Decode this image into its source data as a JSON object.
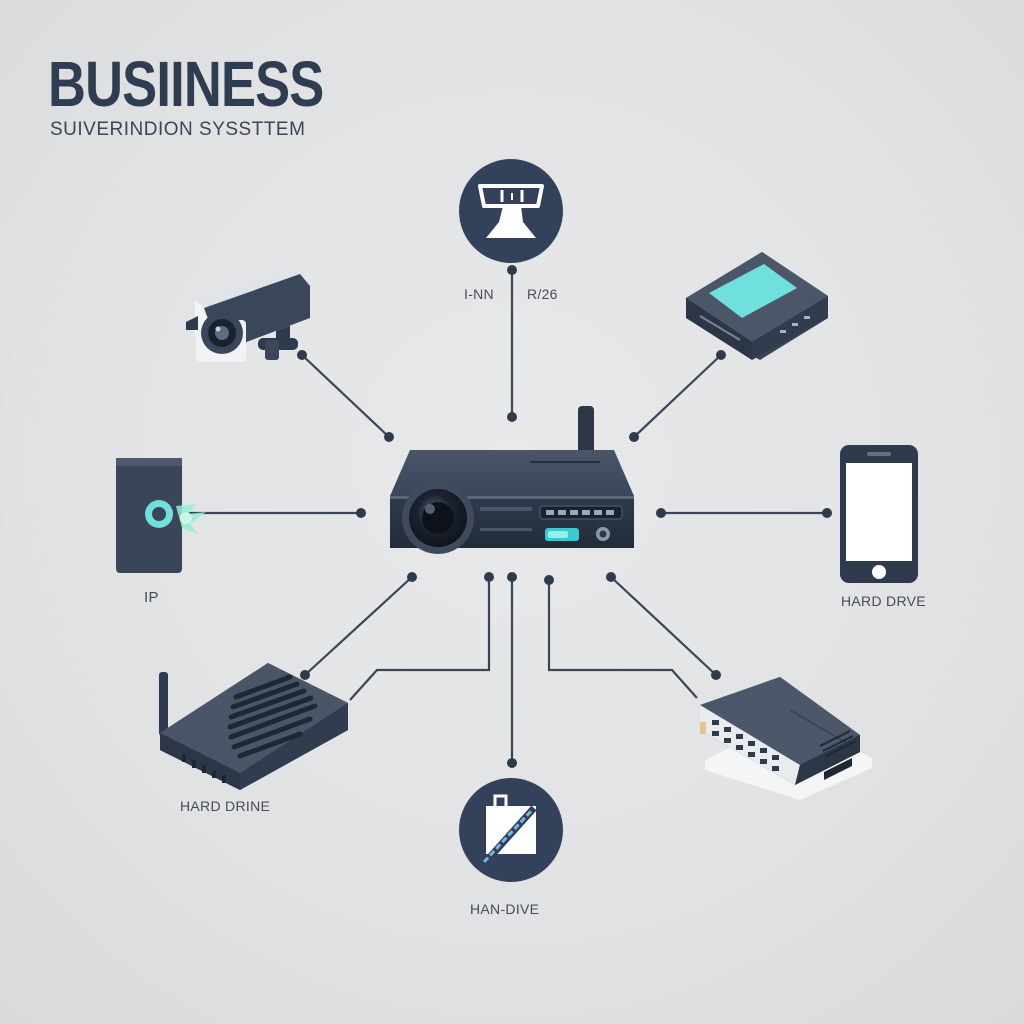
{
  "header": {
    "title": "BUSIINESS",
    "subtitle": "SUIVERINDION SYSSTTEM"
  },
  "labels": {
    "top_left": "I-NN",
    "top_right": "R/26",
    "left_device": "IP",
    "right_device": "HARD DRVE",
    "bottom_left_device": "HARD DRINE",
    "bottom_device": "HAN-DIVE"
  },
  "colors": {
    "background": "#e1e2e4",
    "navy": "#2f3d52",
    "device_dark": "#3b4658",
    "accent_teal": "#6fe0dc",
    "line": "#3a4658"
  },
  "icons": {
    "top_node": "user-monitor-icon",
    "bottom_node": "document-pen-icon"
  }
}
